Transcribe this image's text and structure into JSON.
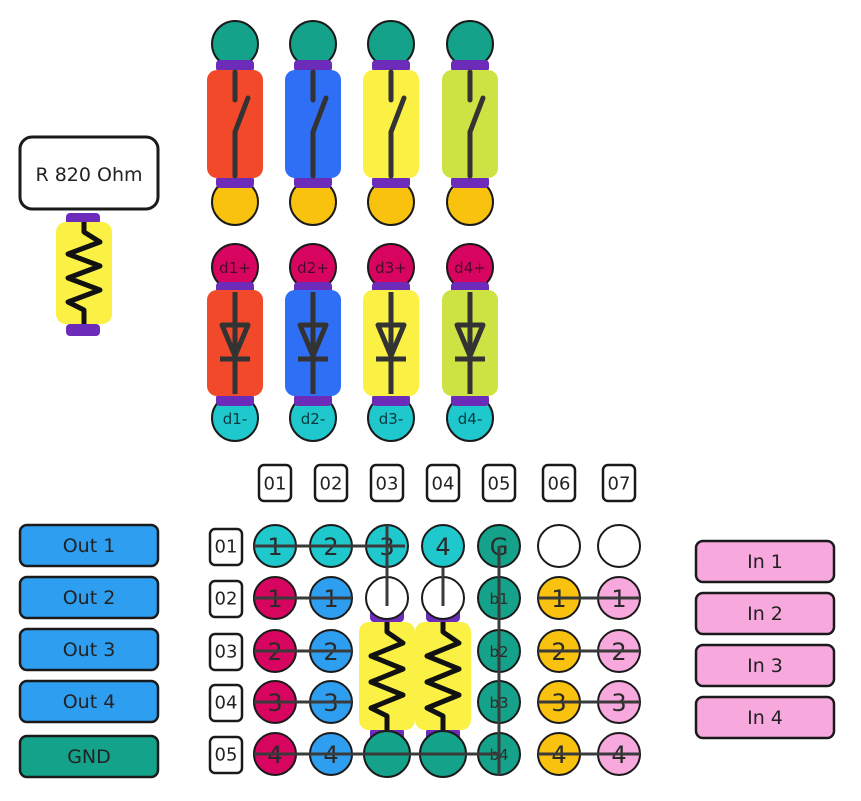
{
  "resistor_label": "R 820 Ohm",
  "colors": {
    "teal": "#14a38a",
    "cyan": "#1ec8cc",
    "gold": "#f8c20f",
    "magenta": "#d7055f",
    "blue": "#2e9ef0",
    "pink": "#f7a8dd",
    "red_orange": "#f1492a",
    "royal_blue": "#2f6ff5",
    "yellow": "#fbf144",
    "lime": "#cde343",
    "purple": "#6c2bb8"
  },
  "switches": [
    {
      "name": "switch-1",
      "color": "red_orange"
    },
    {
      "name": "switch-2",
      "color": "royal_blue"
    },
    {
      "name": "switch-3",
      "color": "yellow"
    },
    {
      "name": "switch-4",
      "color": "lime"
    }
  ],
  "diodes": [
    {
      "top": "d1+",
      "bottom": "d1-",
      "color": "red_orange"
    },
    {
      "top": "d2+",
      "bottom": "d2-",
      "color": "royal_blue"
    },
    {
      "top": "d3+",
      "bottom": "d3-",
      "color": "yellow"
    },
    {
      "top": "d4+",
      "bottom": "d4-",
      "color": "lime"
    }
  ],
  "grid": {
    "columns": [
      "01",
      "02",
      "03",
      "04",
      "05",
      "06",
      "07"
    ],
    "rows": [
      "01",
      "02",
      "03",
      "04",
      "05"
    ],
    "cells": [
      [
        {
          "t": "1",
          "c": "cyan"
        },
        {
          "t": "2",
          "c": "cyan"
        },
        {
          "t": "3",
          "c": "cyan"
        },
        {
          "t": "4",
          "c": "cyan"
        },
        {
          "t": "G",
          "c": "teal"
        },
        {
          "t": "",
          "c": "white"
        },
        {
          "t": "",
          "c": "white"
        }
      ],
      [
        {
          "t": "1",
          "c": "magenta"
        },
        {
          "t": "1",
          "c": "blue"
        },
        {
          "t": "",
          "c": "white"
        },
        {
          "t": "",
          "c": "white"
        },
        {
          "t": "b1",
          "c": "teal"
        },
        {
          "t": "1",
          "c": "gold"
        },
        {
          "t": "1",
          "c": "pink"
        }
      ],
      [
        {
          "t": "2",
          "c": "magenta"
        },
        {
          "t": "2",
          "c": "blue"
        },
        {
          "t": "",
          "c": "yellow"
        },
        {
          "t": "",
          "c": "yellow"
        },
        {
          "t": "b2",
          "c": "teal"
        },
        {
          "t": "2",
          "c": "gold"
        },
        {
          "t": "2",
          "c": "pink"
        }
      ],
      [
        {
          "t": "3",
          "c": "magenta"
        },
        {
          "t": "3",
          "c": "blue"
        },
        {
          "t": "",
          "c": "yellow"
        },
        {
          "t": "",
          "c": "yellow"
        },
        {
          "t": "b3",
          "c": "teal"
        },
        {
          "t": "3",
          "c": "gold"
        },
        {
          "t": "3",
          "c": "pink"
        }
      ],
      [
        {
          "t": "4",
          "c": "magenta"
        },
        {
          "t": "4",
          "c": "blue"
        },
        {
          "t": "",
          "c": "teal"
        },
        {
          "t": "",
          "c": "teal"
        },
        {
          "t": "b4",
          "c": "teal"
        },
        {
          "t": "4",
          "c": "gold"
        },
        {
          "t": "4",
          "c": "pink"
        }
      ]
    ]
  },
  "outputs": [
    {
      "label": "Out 1",
      "color": "blue"
    },
    {
      "label": "Out 2",
      "color": "blue"
    },
    {
      "label": "Out 3",
      "color": "blue"
    },
    {
      "label": "Out 4",
      "color": "blue"
    },
    {
      "label": "GND",
      "color": "teal"
    }
  ],
  "inputs": [
    {
      "label": "In 1",
      "color": "pink"
    },
    {
      "label": "In 2",
      "color": "pink"
    },
    {
      "label": "In 3",
      "color": "pink"
    },
    {
      "label": "In 4",
      "color": "pink"
    }
  ]
}
